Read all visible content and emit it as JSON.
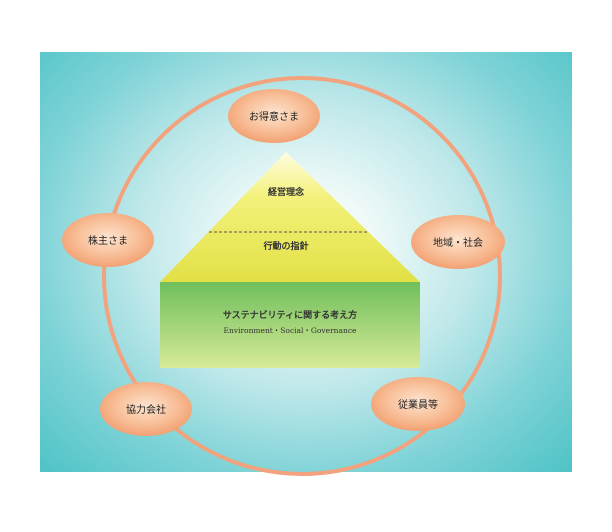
{
  "diagram": {
    "stakeholders": {
      "customers": "お得意さま",
      "community": "地域・社会",
      "employees": "従業員等",
      "partners": "協力会社",
      "shareholders": "株主さま"
    },
    "pyramid": {
      "top": "経営理念",
      "middle": "行動の指針",
      "base": "サステナビリティに関する考え方",
      "base_sub": "Environment・Social・Governance"
    },
    "colors": {
      "pill_fill": "#f7b58a",
      "ring": "#f2a27c",
      "pyramid_yellow": "#eaea55",
      "base_green": "#7cc468",
      "panel_teal": "#4ec3c6"
    }
  }
}
